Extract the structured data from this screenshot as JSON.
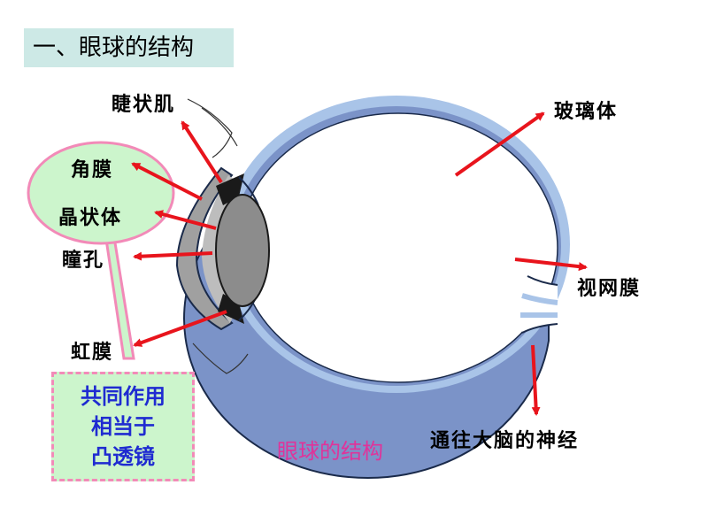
{
  "title": "一、眼球的结构",
  "caption": "眼球的结构",
  "labels": {
    "ciliary_muscle": "睫状肌",
    "vitreous": "玻璃体",
    "cornea": "角膜",
    "lens": "晶状体",
    "pupil": "瞳孔",
    "retina": "视网膜",
    "iris": "虹膜",
    "optic_nerve": "通往大脑的神经"
  },
  "note": {
    "line1": "共同作用",
    "line2": "相当于",
    "line3": "凸透镜"
  },
  "colors": {
    "arrow": "#e8141c",
    "sclera": "#7b93c8",
    "choroid": "#a9c4e8",
    "bubble_fill": "#ccf5cc",
    "bubble_border": "#f28ab8",
    "note_text": "#1f2bd1",
    "caption": "#e0339a"
  }
}
